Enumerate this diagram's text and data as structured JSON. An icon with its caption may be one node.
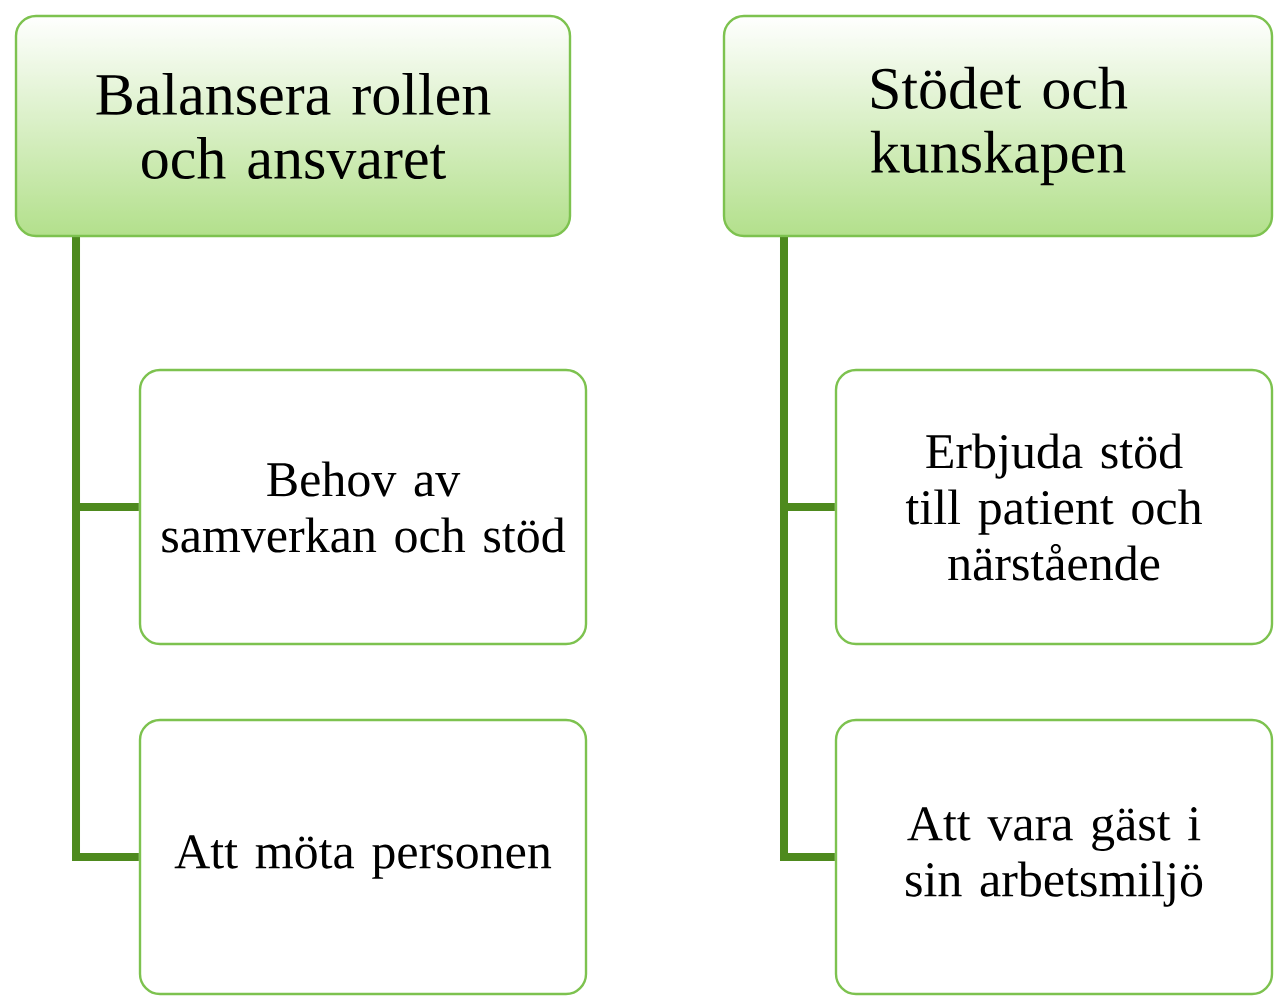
{
  "diagram": {
    "nodes": [
      {
        "text": [
          "Balansera rollen och ansvaret"
        ]
      },
      {
        "text": [
          "Behov av samverkan och stöd"
        ]
      },
      {
        "text": [
          "Att möta personen"
        ]
      },
      {
        "text": [
          "Stödet och kunskapen"
        ]
      },
      {
        "text": [
          "Erbjuda stöd till patient och närstående"
        ]
      },
      {
        "text": [
          "Att vara gäst i sin arbetsmiljö"
        ]
      }
    ],
    "edges": [
      {
        "from": 0,
        "to": 1,
        "arrow": "none"
      },
      {
        "from": 0,
        "to": 2,
        "arrow": "none"
      },
      {
        "from": 3,
        "to": 4,
        "arrow": "none"
      },
      {
        "from": 3,
        "to": 5,
        "arrow": "none"
      }
    ]
  }
}
